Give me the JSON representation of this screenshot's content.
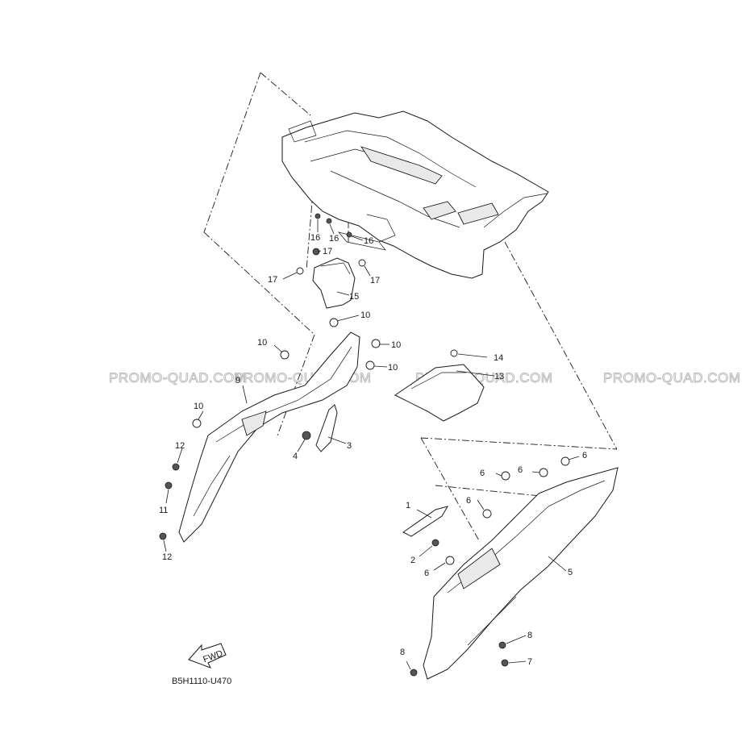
{
  "diagram_code": "B5H1110-U470",
  "watermark_text": "PROMO-QUAD.COM",
  "fwd_label": "FWD",
  "callouts": {
    "c1": "1",
    "c2": "2",
    "c3": "3",
    "c4": "4",
    "c5": "5",
    "c6a": "6",
    "c6b": "6",
    "c6c": "6",
    "c6d": "6",
    "c6e": "6",
    "c7": "7",
    "c8a": "8",
    "c8b": "8",
    "c9": "9",
    "c10a": "10",
    "c10b": "10",
    "c10c": "10",
    "c10d": "10",
    "c10e": "10",
    "c11": "11",
    "c12a": "12",
    "c12b": "12",
    "c13": "13",
    "c14": "14",
    "c15": "15",
    "c16a": "16",
    "c16b": "16",
    "c16c": "16",
    "c17a": "17",
    "c17b": "17",
    "c17c": "17"
  },
  "colors": {
    "line": "#1a1a1a",
    "paper": "#ffffff",
    "watermark": "#bdbdbd",
    "shade": "#e9e9e9"
  }
}
